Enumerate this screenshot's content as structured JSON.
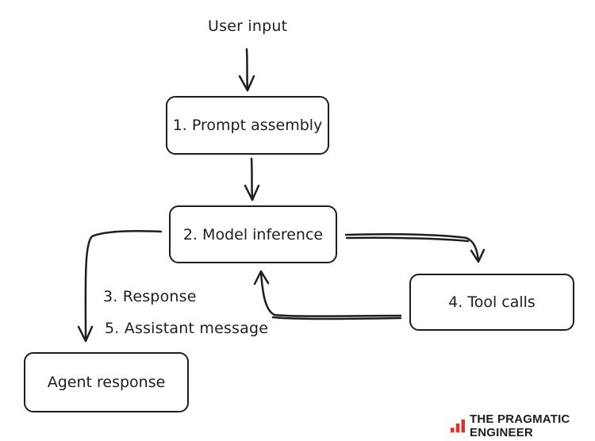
{
  "diagram": {
    "top_label": "User input",
    "nodes": {
      "prompt_assembly": "1. Prompt assembly",
      "model_inference": "2. Model inference",
      "tool_calls": "4. Tool calls",
      "agent_response": "Agent response"
    },
    "edge_labels": {
      "response": "3. Response",
      "assistant_message": "5. Assistant message"
    }
  },
  "brand": {
    "name": "THE PRAGMATIC ENGINEER",
    "accent_color": "#e0322b"
  },
  "colors": {
    "stroke": "#1e1e1e",
    "background": "#ffffff"
  }
}
